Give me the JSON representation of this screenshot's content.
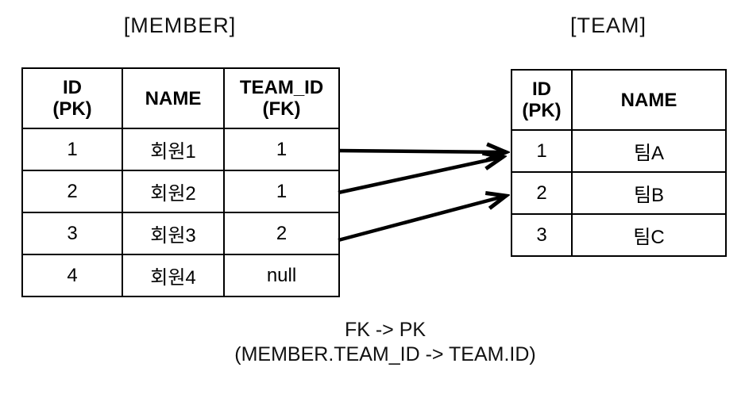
{
  "member": {
    "title": "[MEMBER]",
    "headers": [
      "ID\n(PK)",
      "NAME",
      "TEAM_ID\n(FK)"
    ],
    "rows": [
      [
        "1",
        "회원1",
        "1"
      ],
      [
        "2",
        "회원2",
        "1"
      ],
      [
        "3",
        "회원3",
        "2"
      ],
      [
        "4",
        "회원4",
        "null"
      ]
    ]
  },
  "team": {
    "title": "[TEAM]",
    "headers": [
      "ID\n(PK)",
      "NAME"
    ],
    "rows": [
      [
        "1",
        "팀A"
      ],
      [
        "2",
        "팀B"
      ],
      [
        "3",
        "팀C"
      ]
    ]
  },
  "relationships": [
    {
      "from": "MEMBER row 1 (TEAM_ID=1)",
      "to": "TEAM row ID=1"
    },
    {
      "from": "MEMBER row 2 (TEAM_ID=1)",
      "to": "TEAM row ID=1"
    },
    {
      "from": "MEMBER row 3 (TEAM_ID=2)",
      "to": "TEAM row ID=2"
    }
  ],
  "caption": {
    "line1": "FK -> PK",
    "line2": "(MEMBER.TEAM_ID -> TEAM.ID)"
  },
  "colors": {
    "background": "#ffffff",
    "line": "#000000",
    "text": "#000000"
  }
}
